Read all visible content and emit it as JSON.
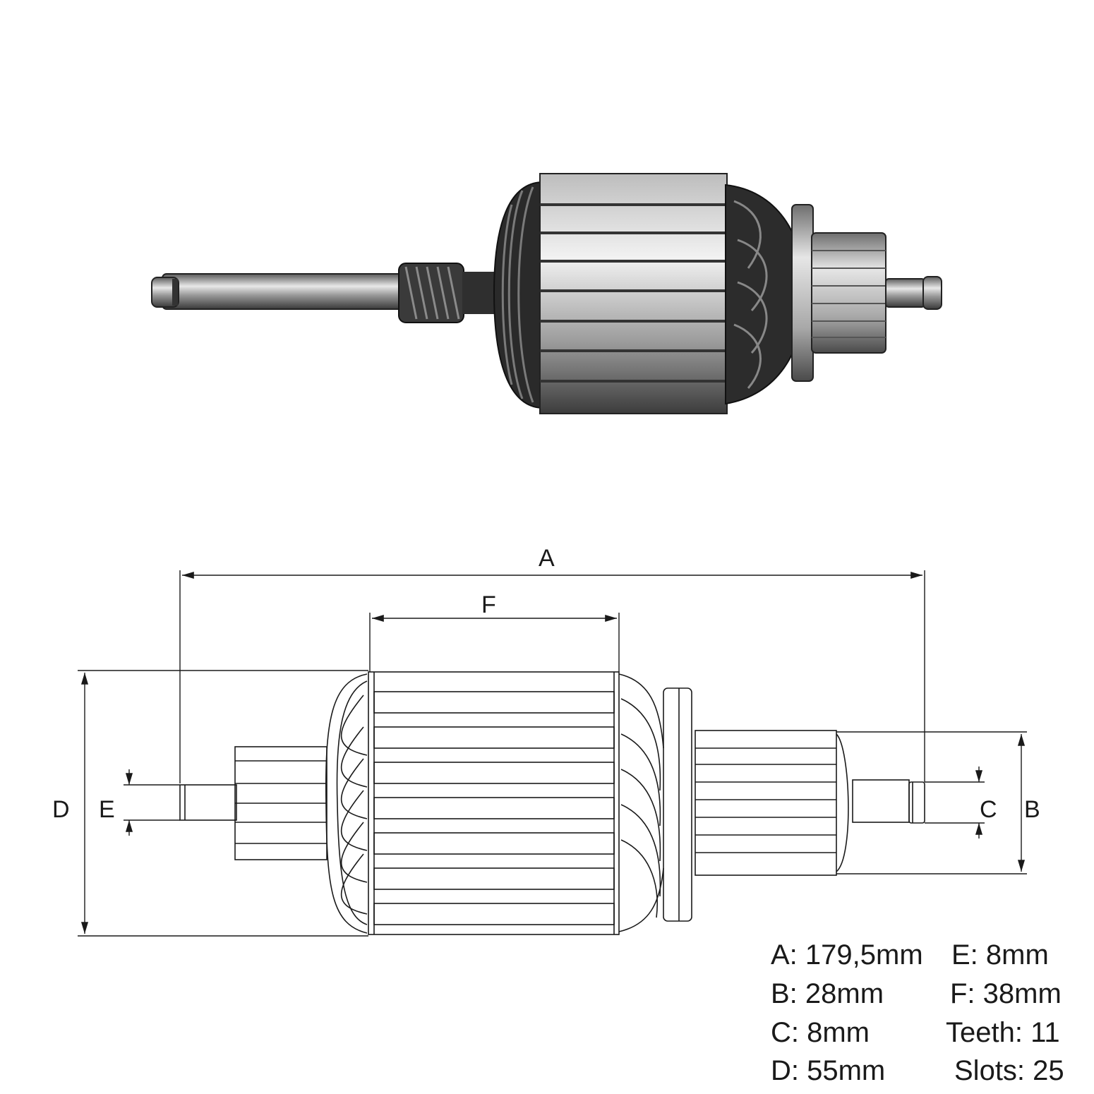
{
  "dimension_letters": {
    "a": "A",
    "b": "B",
    "c": "C",
    "d": "D",
    "e": "E",
    "f": "F"
  },
  "specs": {
    "left": [
      "A: 179,5mm",
      "B: 28mm",
      "C: 8mm",
      "D: 55mm"
    ],
    "right": [
      "E: 8mm",
      "F: 38mm",
      "Teeth: 11",
      "Slots: 25"
    ]
  },
  "colors": {
    "line": "#1a1a1a",
    "metal_dark": "#2b2b2b",
    "metal_light": "#d9d9d9"
  }
}
